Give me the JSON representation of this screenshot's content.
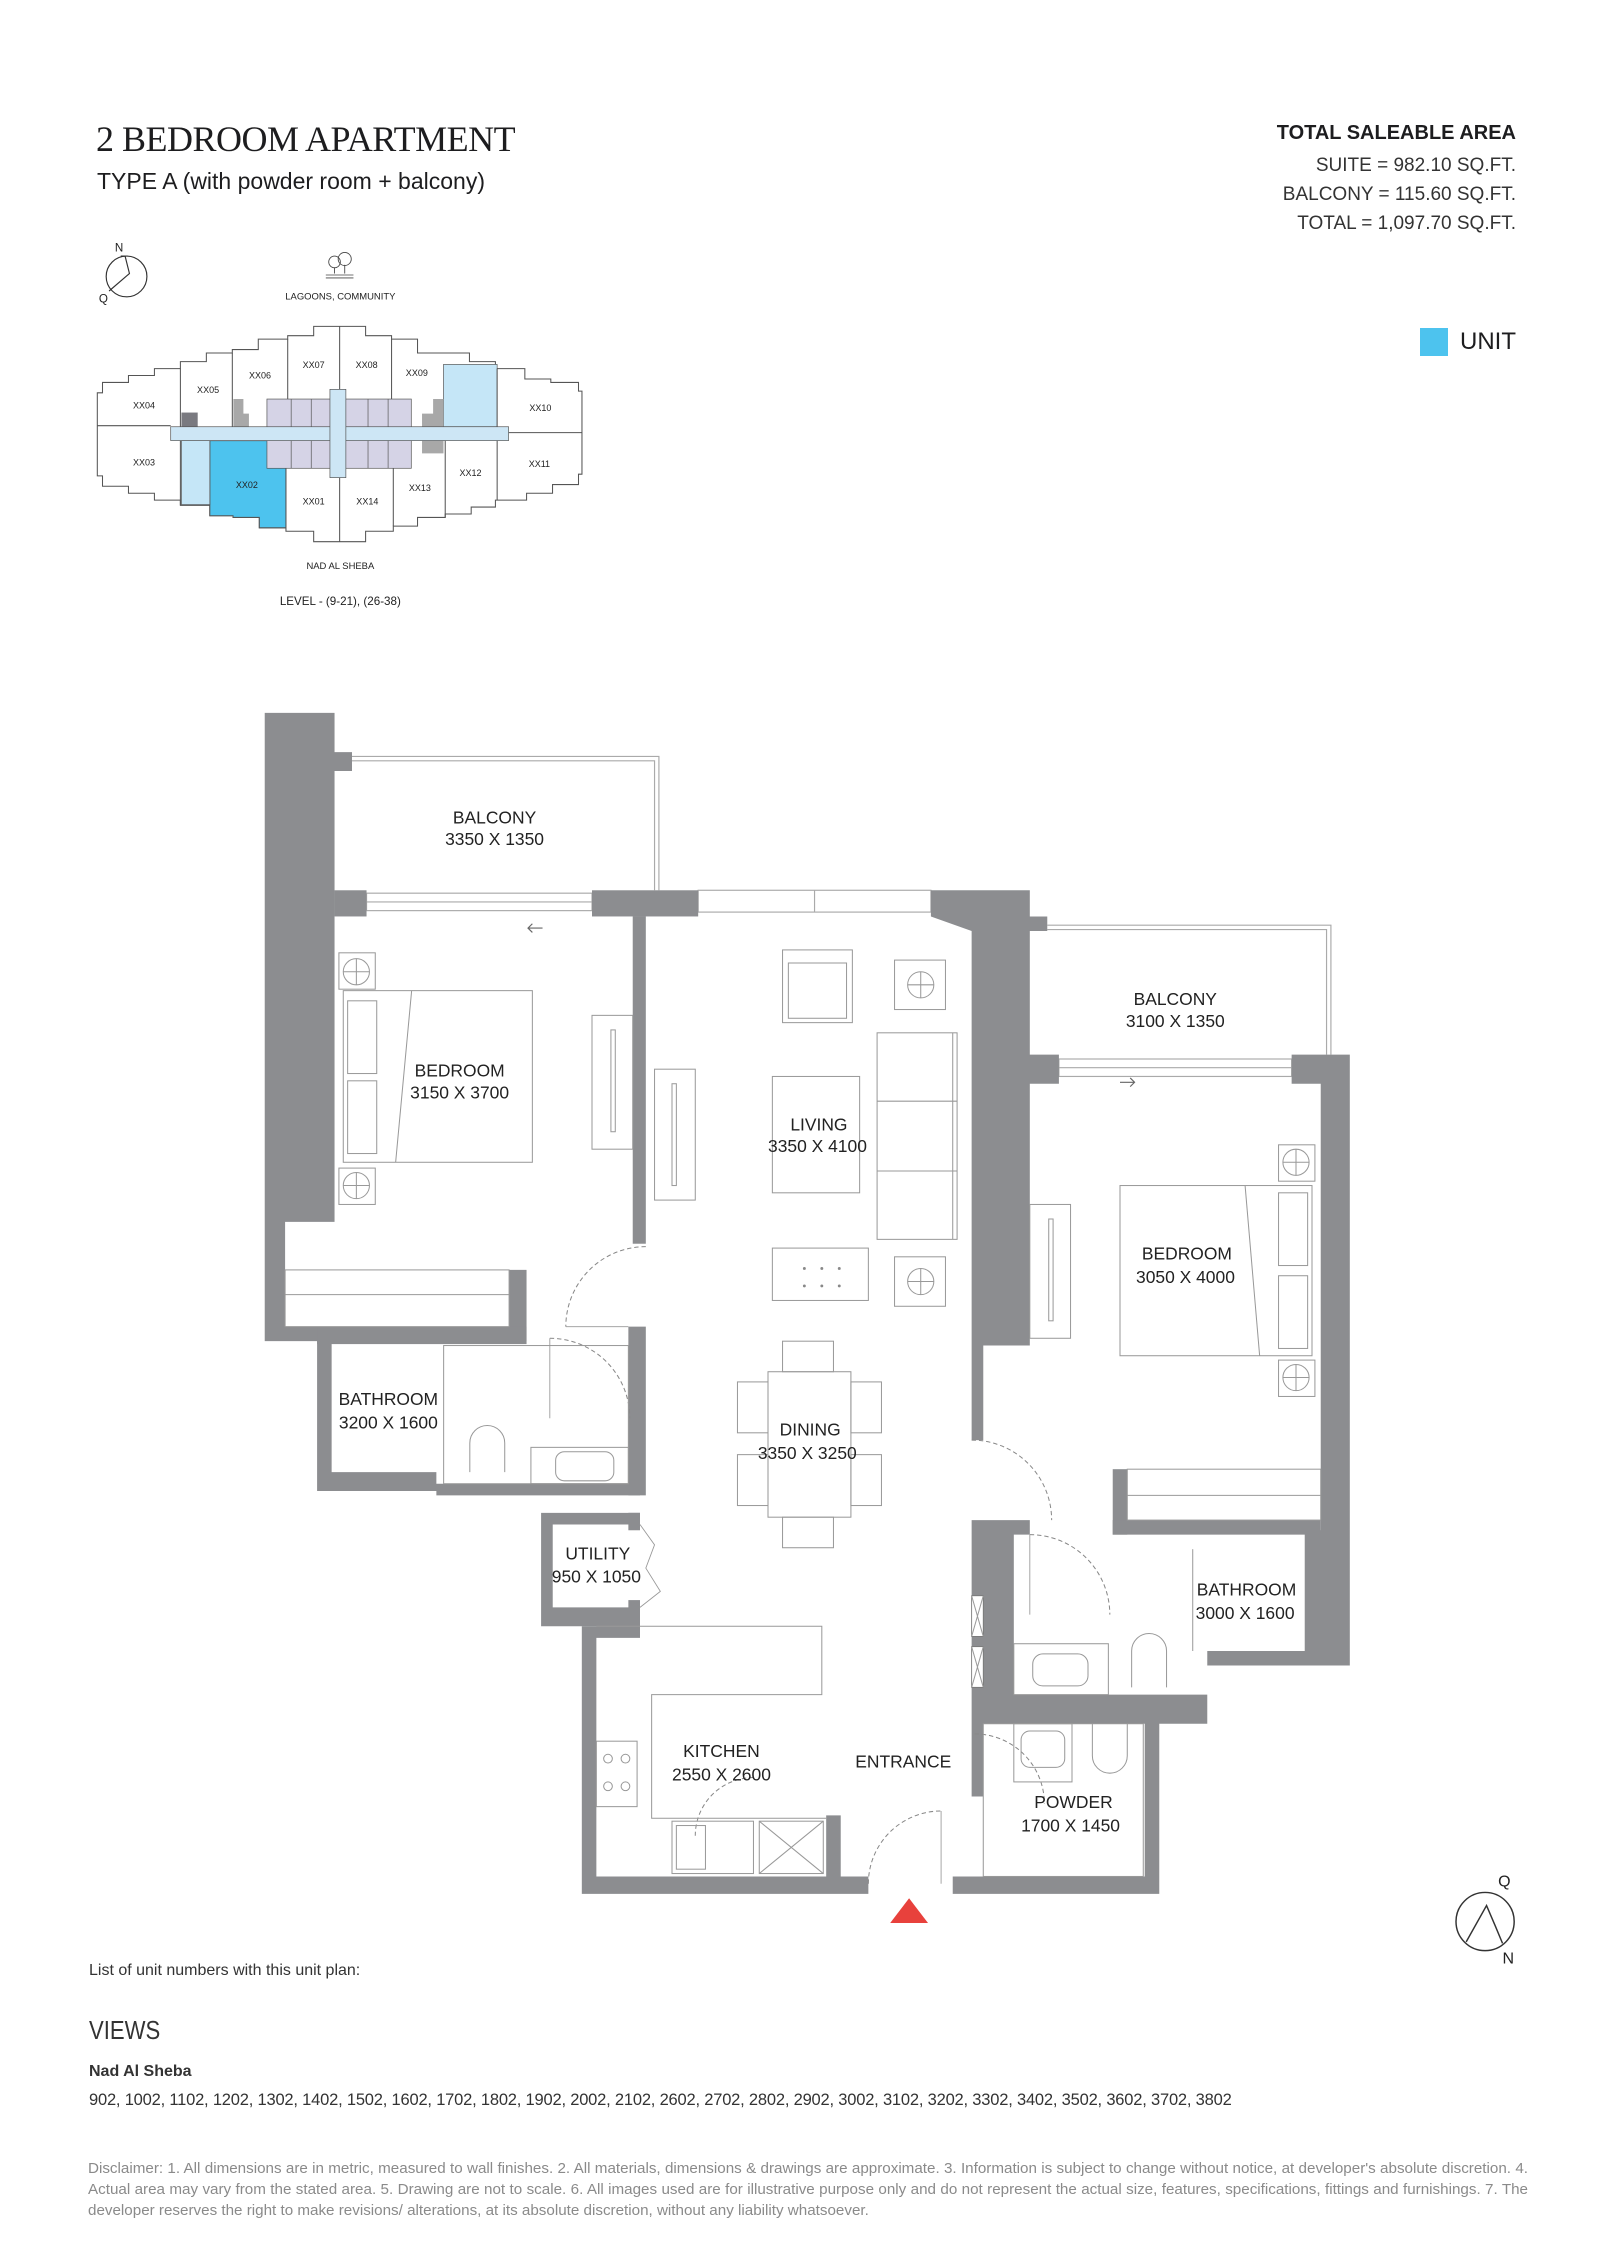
{
  "header": {
    "title": "2 BEDROOM APARTMENT",
    "subtitle": "TYPE A (with powder room + balcony)"
  },
  "area": {
    "heading": "TOTAL SALEABLE AREA",
    "suite": "SUITE = 982.10 SQ.FT.",
    "balcony": "BALCONY = 115.60 SQ.FT.",
    "total": "TOTAL = 1,097.70 SQ.FT."
  },
  "legend": {
    "label": "UNIT",
    "color": "#4dc3ee"
  },
  "keyplan": {
    "compass_n": "N",
    "compass_q": "Q",
    "top_view": "LAGOONS, COMMUNITY",
    "bottom_view": "NAD AL SHEBA",
    "level": "LEVEL - (9-21), (26-38)",
    "selected": "XX02",
    "units": [
      "XX01",
      "XX02",
      "XX03",
      "XX04",
      "XX05",
      "XX06",
      "XX07",
      "XX08",
      "XX09",
      "XX10",
      "XX11",
      "XX12",
      "XX13",
      "XX14"
    ]
  },
  "rooms": [
    {
      "name": "BALCONY",
      "dims": "3350 X 1350"
    },
    {
      "name": "BEDROOM",
      "dims": "3150 X 3700"
    },
    {
      "name": "LIVING",
      "dims": "3350 X 4100"
    },
    {
      "name": "BALCONY",
      "dims": "3100 X 1350"
    },
    {
      "name": "BEDROOM",
      "dims": "3050 X 4000"
    },
    {
      "name": "BATHROOM",
      "dims": "3200 X 1600"
    },
    {
      "name": "DINING",
      "dims": "3350 X 3250"
    },
    {
      "name": "UTILITY",
      "dims": "950 X 1050"
    },
    {
      "name": "BATHROOM",
      "dims": "3000 X 1600"
    },
    {
      "name": "KITCHEN",
      "dims": "2550 X 2600"
    },
    {
      "name": "POWDER",
      "dims": "1700 X 1450"
    }
  ],
  "entrance": "ENTRANCE",
  "compass": {
    "q": "Q",
    "n": "N"
  },
  "units_list": {
    "label": "List of unit numbers with this unit plan:",
    "views_heading": "VIEWS",
    "view_name": "Nad Al Sheba",
    "numbers": "902, 1002, 1102, 1202, 1302, 1402, 1502, 1602, 1702, 1802, 1902, 2002, 2102, 2602, 2702, 2802, 2902, 3002, 3102, 3202, 3302, 3402, 3502, 3602, 3702, 3802"
  },
  "disclaimer": "Disclaimer: 1. All dimensions are in metric, measured to wall finishes. 2. All materials, dimensions & drawings are approximate. 3. Information is subject to change without notice, at developer's absolute discretion. 4. Actual area may vary from the stated area. 5. Drawing are not to scale. 6. All images used are for illustrative purpose only and do not represent the actual size, features, specifications, fittings and furnishings. 7. The developer reserves the right to make revisions/ alterations, at its absolute discretion, without any liability whatsoever."
}
